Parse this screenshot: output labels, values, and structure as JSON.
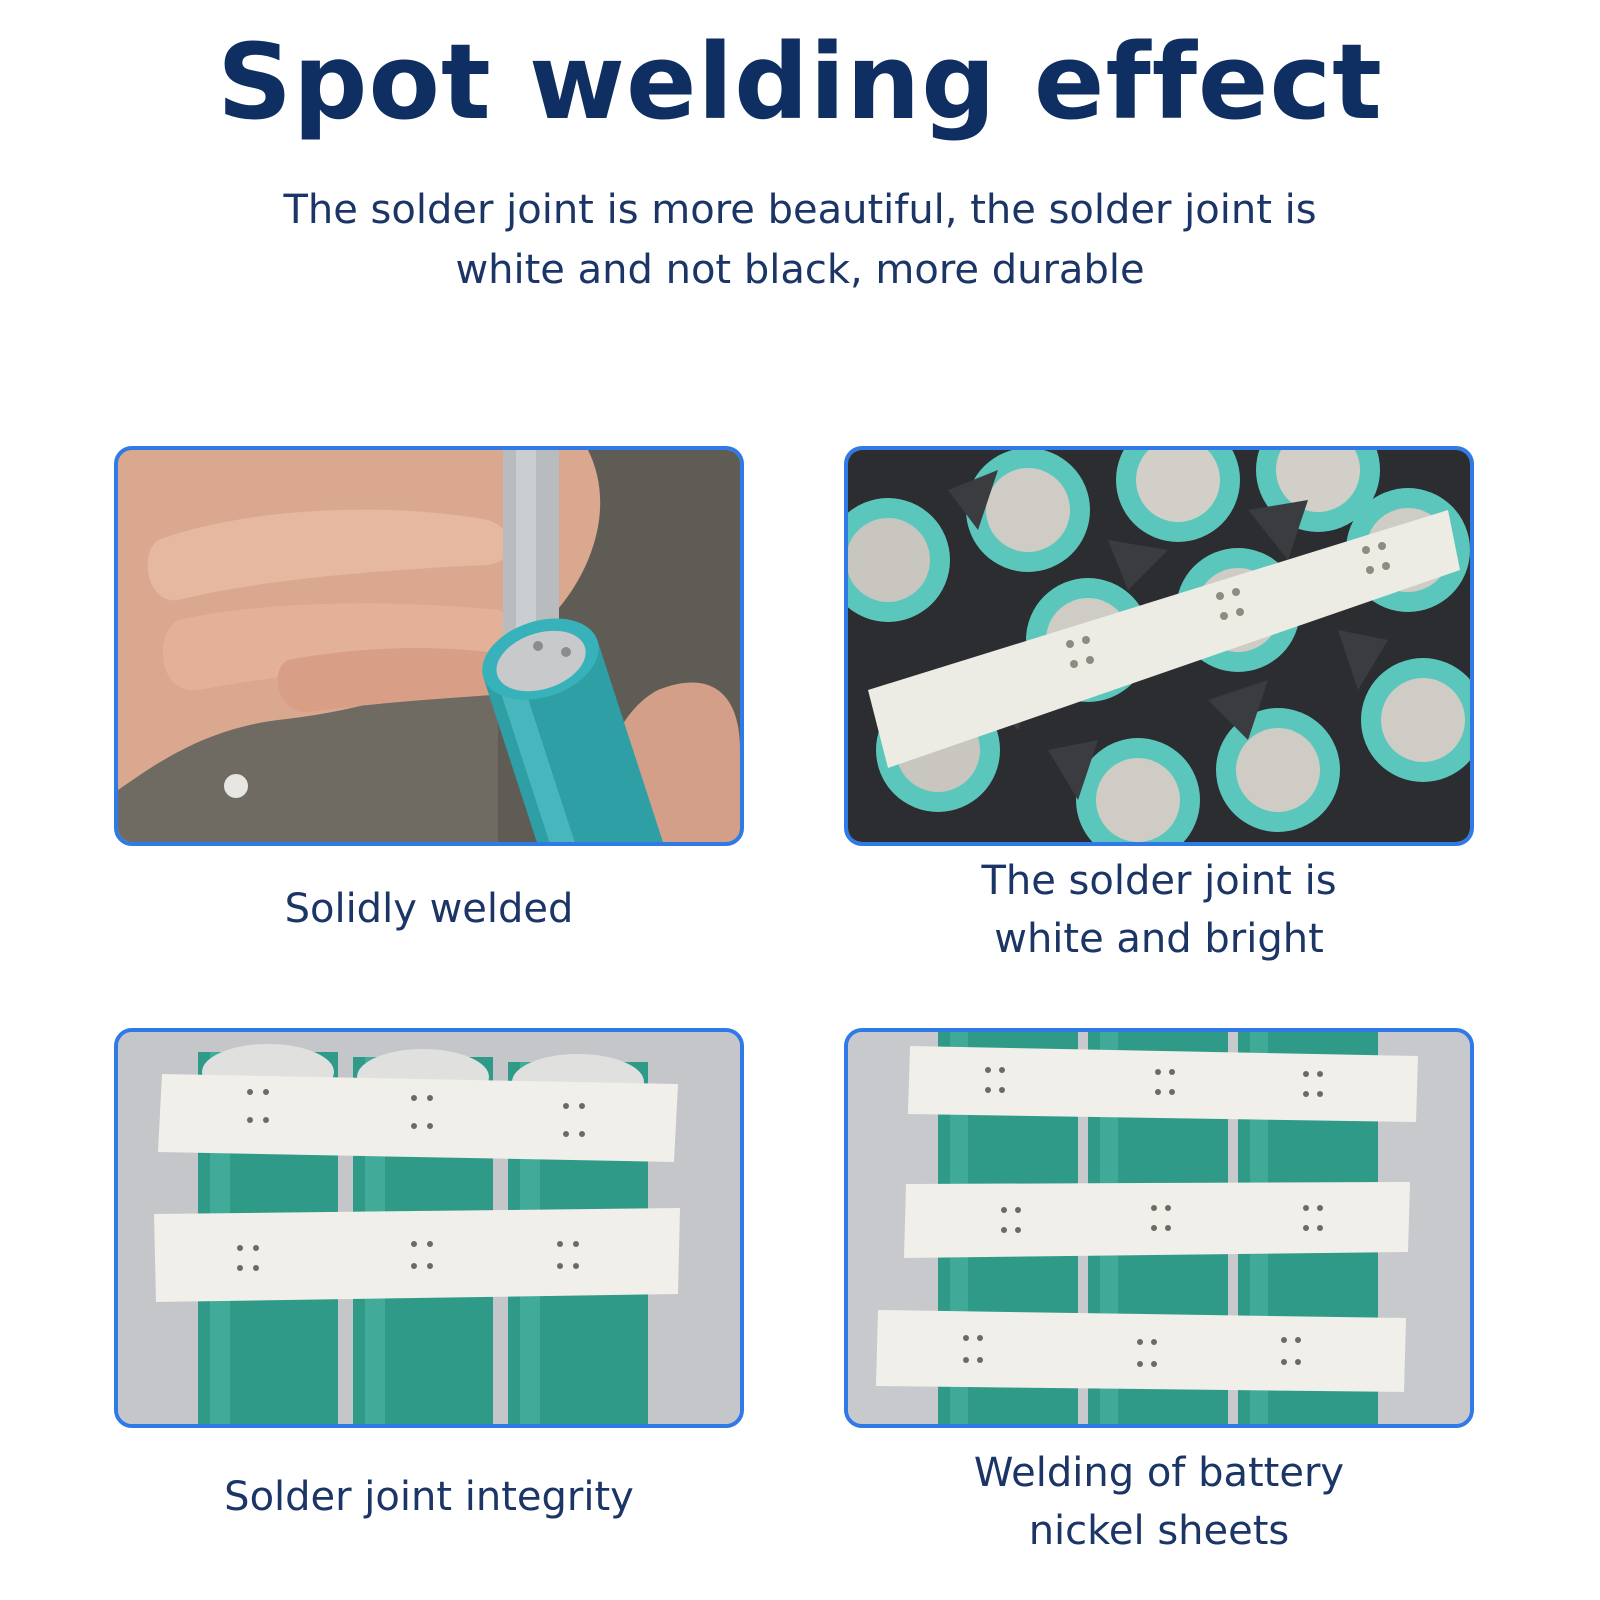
{
  "header": {
    "title": "Spot welding effect",
    "subtitle_lines": [
      "The solder joint is more beautiful, the solder joint is",
      "white and not black, more durable"
    ]
  },
  "panels": [
    {
      "caption_lines": [
        "Solidly welded"
      ]
    },
    {
      "caption_lines": [
        "The solder joint is",
        "white and bright"
      ]
    },
    {
      "caption_lines": [
        "Solder joint integrity"
      ]
    },
    {
      "caption_lines": [
        "Welding of battery",
        "nickel sheets"
      ]
    }
  ],
  "colors": {
    "title": "#0f2f63",
    "text": "#1b3566",
    "panel_border": "#2f7ae6",
    "battery_teal": "#3f9f8f",
    "nickel_strip": "#ecebe4"
  }
}
